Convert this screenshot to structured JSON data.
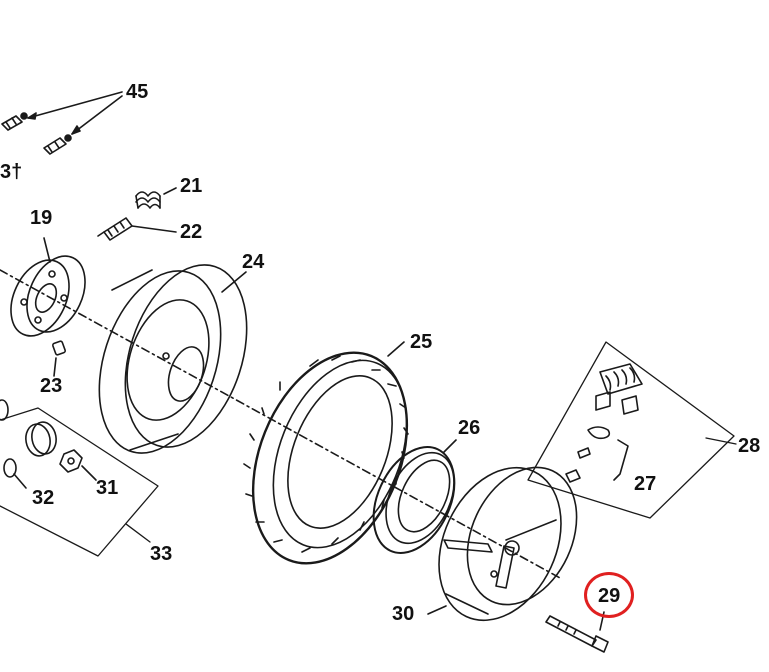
{
  "callouts": {
    "c45": "45",
    "c21": "21",
    "c22": "22",
    "c19": "19",
    "c24": "24",
    "c23": "23",
    "c25": "25",
    "c26": "26",
    "c28": "28",
    "c27": "27",
    "c31": "31",
    "c32": "32",
    "c33": "33",
    "c30": "30",
    "c29": "29",
    "edge_fragment": "3†"
  },
  "highlight": {
    "part": "29",
    "color": "#e02020"
  }
}
